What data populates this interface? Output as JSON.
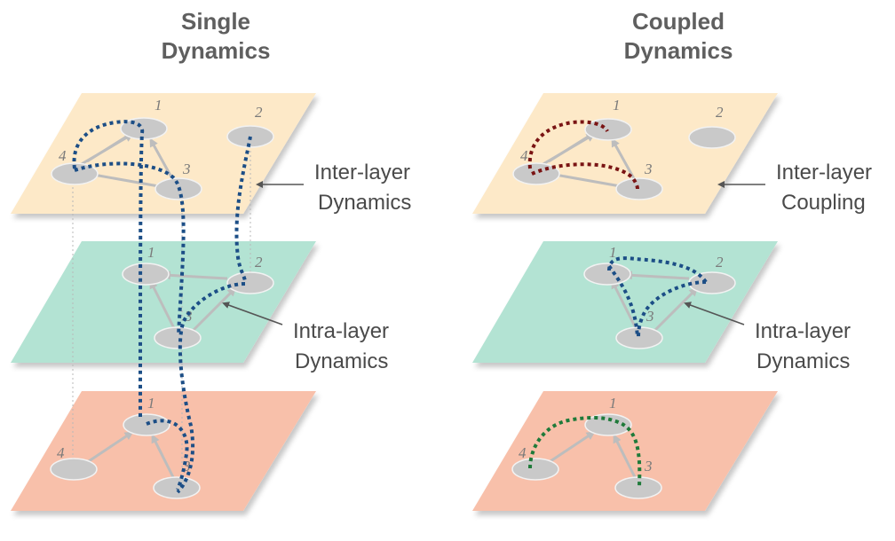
{
  "panels": {
    "left": {
      "title_line1": "Single",
      "title_line2": "Dynamics",
      "annotation_top_line1": "Inter-layer",
      "annotation_top_line2": "Dynamics",
      "annotation_mid_line1": "Intra-layer",
      "annotation_mid_line2": "Dynamics"
    },
    "right": {
      "title_line1": "Coupled",
      "title_line2": "Dynamics",
      "annotation_top_line1": "Inter-layer",
      "annotation_top_line2": "Coupling",
      "annotation_mid_line1": "Intra-layer",
      "annotation_mid_line2": "Dynamics"
    }
  },
  "node_labels": [
    "1",
    "2",
    "3",
    "4"
  ],
  "colors": {
    "layer_top": "#fde9c8",
    "layer_mid": "#b3e3d3",
    "layer_bottom": "#f8c0aa",
    "dynamics_blue": "#1c4e86",
    "dynamics_red": "#7a1414",
    "dynamics_green": "#1f7a3a"
  }
}
